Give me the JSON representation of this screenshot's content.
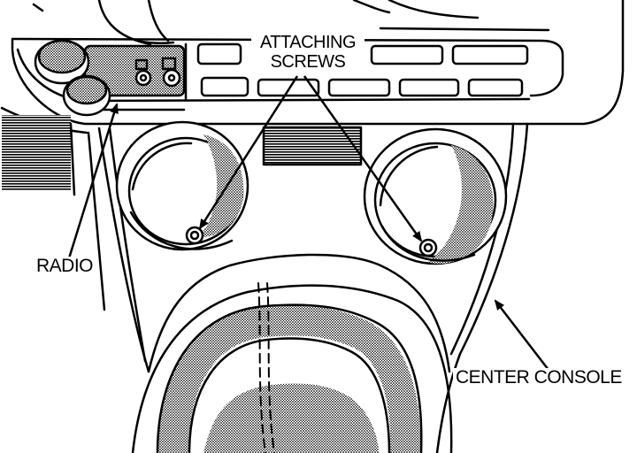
{
  "labels": {
    "attaching_screws_line1": "ATTACHING",
    "attaching_screws_line2": "SCREWS",
    "radio": "RADIO",
    "center_console": "CENTER CONSOLE"
  },
  "colors": {
    "ink": "#000000",
    "paper": "#ffffff"
  }
}
